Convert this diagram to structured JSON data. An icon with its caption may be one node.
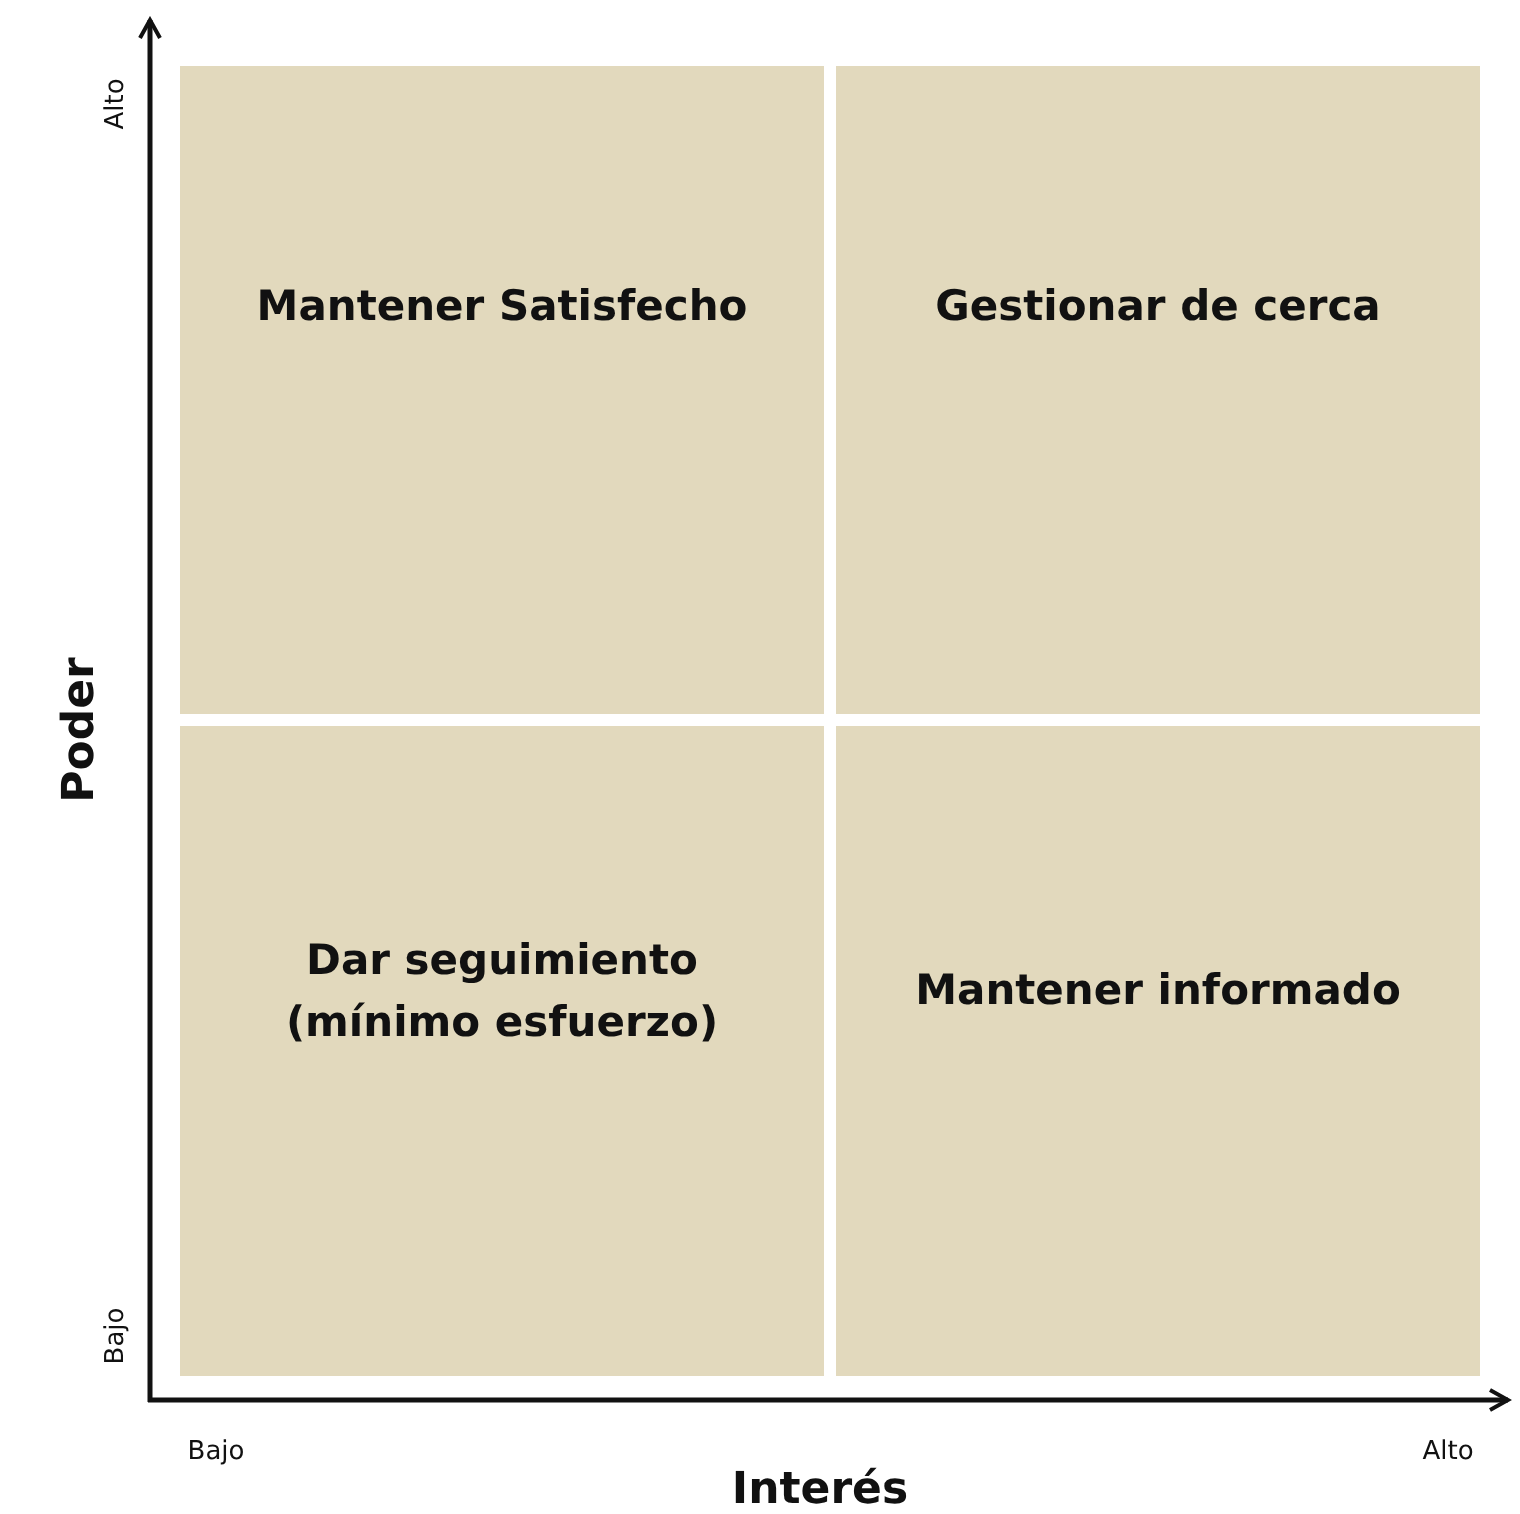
{
  "diagram": {
    "nodes": [
      {
        "text": [
          "Mantener Satisfecho"
        ]
      },
      {
        "text": [
          "Gestionar de cerca"
        ]
      },
      {
        "text": [
          "Dar seguimiento (mínimo esfuerzo)"
        ]
      },
      {
        "text": [
          "Mantener informado"
        ]
      }
    ],
    "labels": [
      "Alto",
      "Poder",
      "Bajo",
      "Bajo",
      "Alto",
      "Interés"
    ]
  }
}
